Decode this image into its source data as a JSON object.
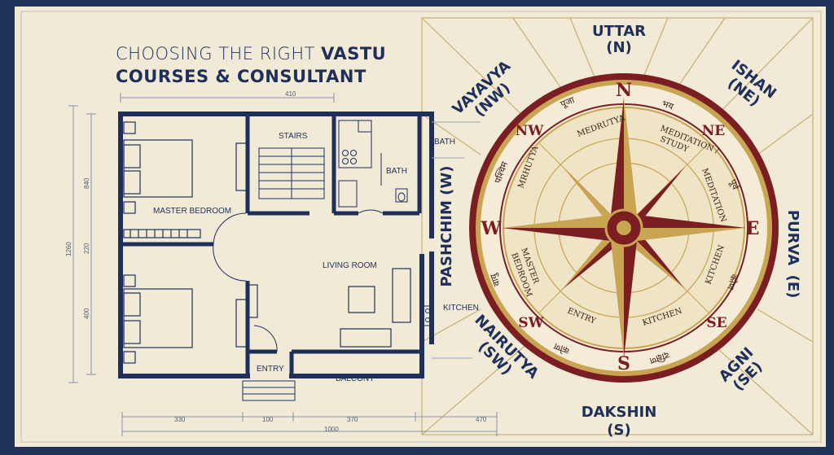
{
  "title": {
    "line1_plain": "CHOOSING THE RIGHT ",
    "line1_bold": "VASTU",
    "line2": "COURSES & CONSULTANT"
  },
  "floorplan": {
    "rooms": {
      "stairs": "STAIRS",
      "bath_upper": "BATH",
      "bath_lower": "BATH",
      "master_bedroom": "MASTER BEDROOM",
      "living_room": "LIVING ROOM",
      "kitchen": "KITCHEN",
      "entry": "ENTRY",
      "balcony": "BALCONY"
    },
    "dimensions": {
      "top": "410",
      "left_total": "1260",
      "left_upper": "840",
      "left_mid": "220",
      "left_lower": "400",
      "bottom_1": "330",
      "bottom_2": "100",
      "bottom_3": "370",
      "bottom_4": "470",
      "bottom_total": "1000"
    }
  },
  "directions": {
    "north": {
      "name": "UTTAR",
      "code": "(N)"
    },
    "northeast": {
      "name": "ISHAN",
      "code": "(NE)"
    },
    "east": {
      "name": "PURVA",
      "code": "(E)"
    },
    "southeast": {
      "name": "AGNI",
      "code": "(SE)"
    },
    "south": {
      "name": "DAKSHIN",
      "code": "(S)"
    },
    "southwest": {
      "name": "NAIRUTYA",
      "code": "(SW)"
    },
    "west": {
      "name": "PASHCHIM (W)"
    },
    "northwest": {
      "name": "VAYAVYA",
      "code": "(NW)"
    }
  },
  "compass": {
    "letters": {
      "n": "N",
      "e": "E",
      "s": "S",
      "w": "W",
      "ne": "NE",
      "nw": "NW",
      "se": "SE",
      "sw": "SW"
    },
    "labels": {
      "north": "MEDRUTYA",
      "northeast_1": "MEDITATION /",
      "northeast_2": "STUDY",
      "east": "MEDITATION",
      "southeast": "KITCHEN",
      "south_1": "KITCHEN",
      "south_2": "ENTRY",
      "southwest_1": "MASTER",
      "southwest_2": "BEDROOM",
      "west": "MRHUTYA",
      "east_kitchen": "KITCHEN"
    },
    "deva": {
      "n": "पूजा",
      "ne": "भय",
      "e": "पूर्व",
      "se": "कोण",
      "s": "दक्षिण",
      "sw": "कोण",
      "w": "पश्चिम",
      "nw": "वायु"
    },
    "colors": {
      "gold": "#c9a452",
      "maroon": "#7a1e22",
      "cream": "#f4ecd7",
      "navy": "#1f3358"
    }
  }
}
